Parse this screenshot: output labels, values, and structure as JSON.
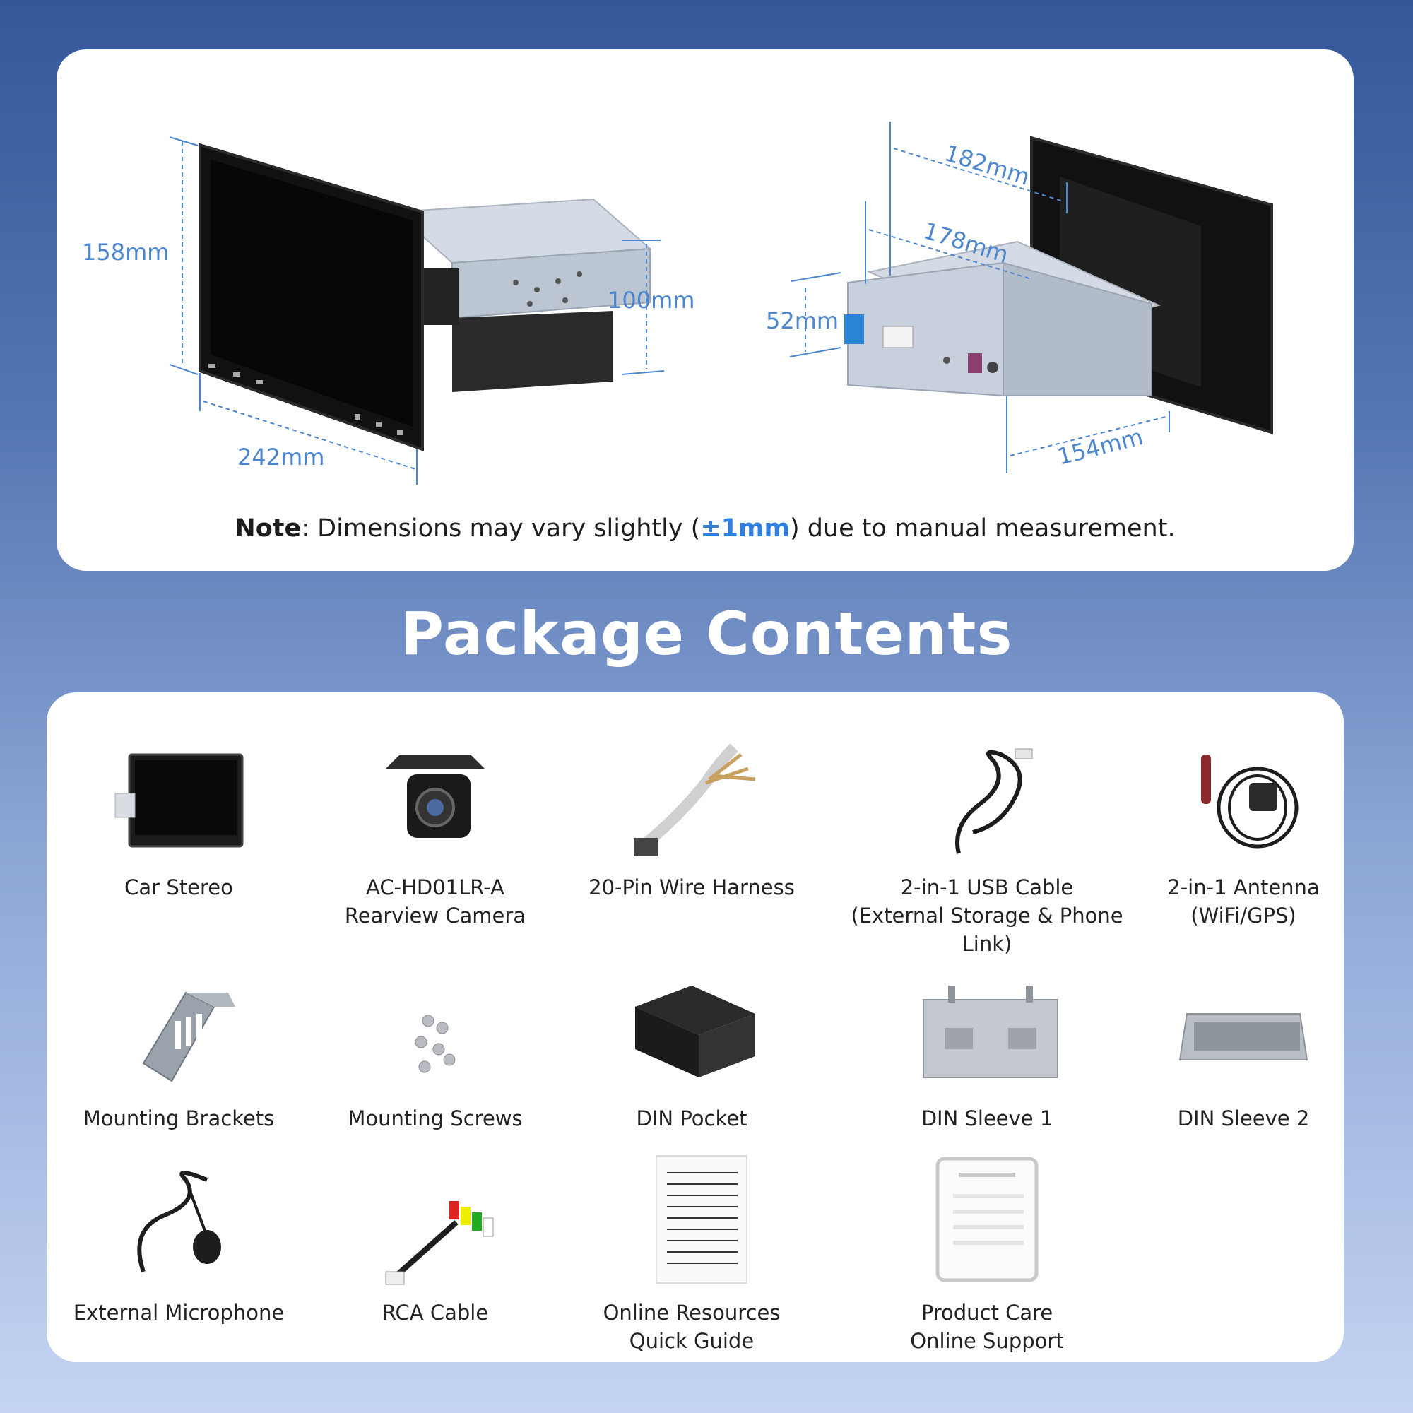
{
  "dimensions": {
    "front_height": "158mm",
    "front_width": "242mm",
    "chassis_height": "100mm",
    "rear_width_outer": "182mm",
    "rear_width_inner": "178mm",
    "rear_height": "52mm",
    "rear_depth": "154mm"
  },
  "note": {
    "label": "Note",
    "text_before": ": Dimensions may vary slightly (",
    "tolerance": "±1mm",
    "text_after": ") due to manual measurement."
  },
  "package_title": "Package Contents",
  "items": [
    {
      "lines": [
        "Car Stereo"
      ],
      "icon": "car-stereo-icon"
    },
    {
      "lines": [
        "AC-HD01LR-A",
        "Rearview Camera"
      ],
      "icon": "camera-icon"
    },
    {
      "lines": [
        "20-Pin Wire Harness"
      ],
      "icon": "wire-harness-icon"
    },
    {
      "lines": [
        "2-in-1 USB Cable",
        "(External Storage & Phone Link)"
      ],
      "icon": "usb-cable-icon"
    },
    {
      "lines": [
        "2-in-1 Antenna",
        "(WiFi/GPS)"
      ],
      "icon": "antenna-icon"
    },
    {
      "lines": [
        "Mounting Brackets"
      ],
      "icon": "bracket-icon"
    },
    {
      "lines": [
        "Mounting Screws"
      ],
      "icon": "screws-icon"
    },
    {
      "lines": [
        "DIN Pocket"
      ],
      "icon": "din-pocket-icon"
    },
    {
      "lines": [
        "DIN Sleeve 1"
      ],
      "icon": "din-sleeve-icon"
    },
    {
      "lines": [
        "DIN Sleeve 2"
      ],
      "icon": "din-sleeve-2-icon"
    },
    {
      "lines": [
        "External Microphone"
      ],
      "icon": "microphone-icon"
    },
    {
      "lines": [
        "RCA Cable"
      ],
      "icon": "rca-cable-icon"
    },
    {
      "lines": [
        "Online Resources",
        "Quick Guide"
      ],
      "icon": "document-icon"
    },
    {
      "lines": [
        "Product Care",
        "Online Support"
      ],
      "icon": "support-card-icon"
    }
  ],
  "colors": {
    "dimension_blue": "#4b86cf",
    "highlight_blue": "#2f7fe0",
    "background_top": "#34579a",
    "background_bottom": "#c4d4f2"
  }
}
